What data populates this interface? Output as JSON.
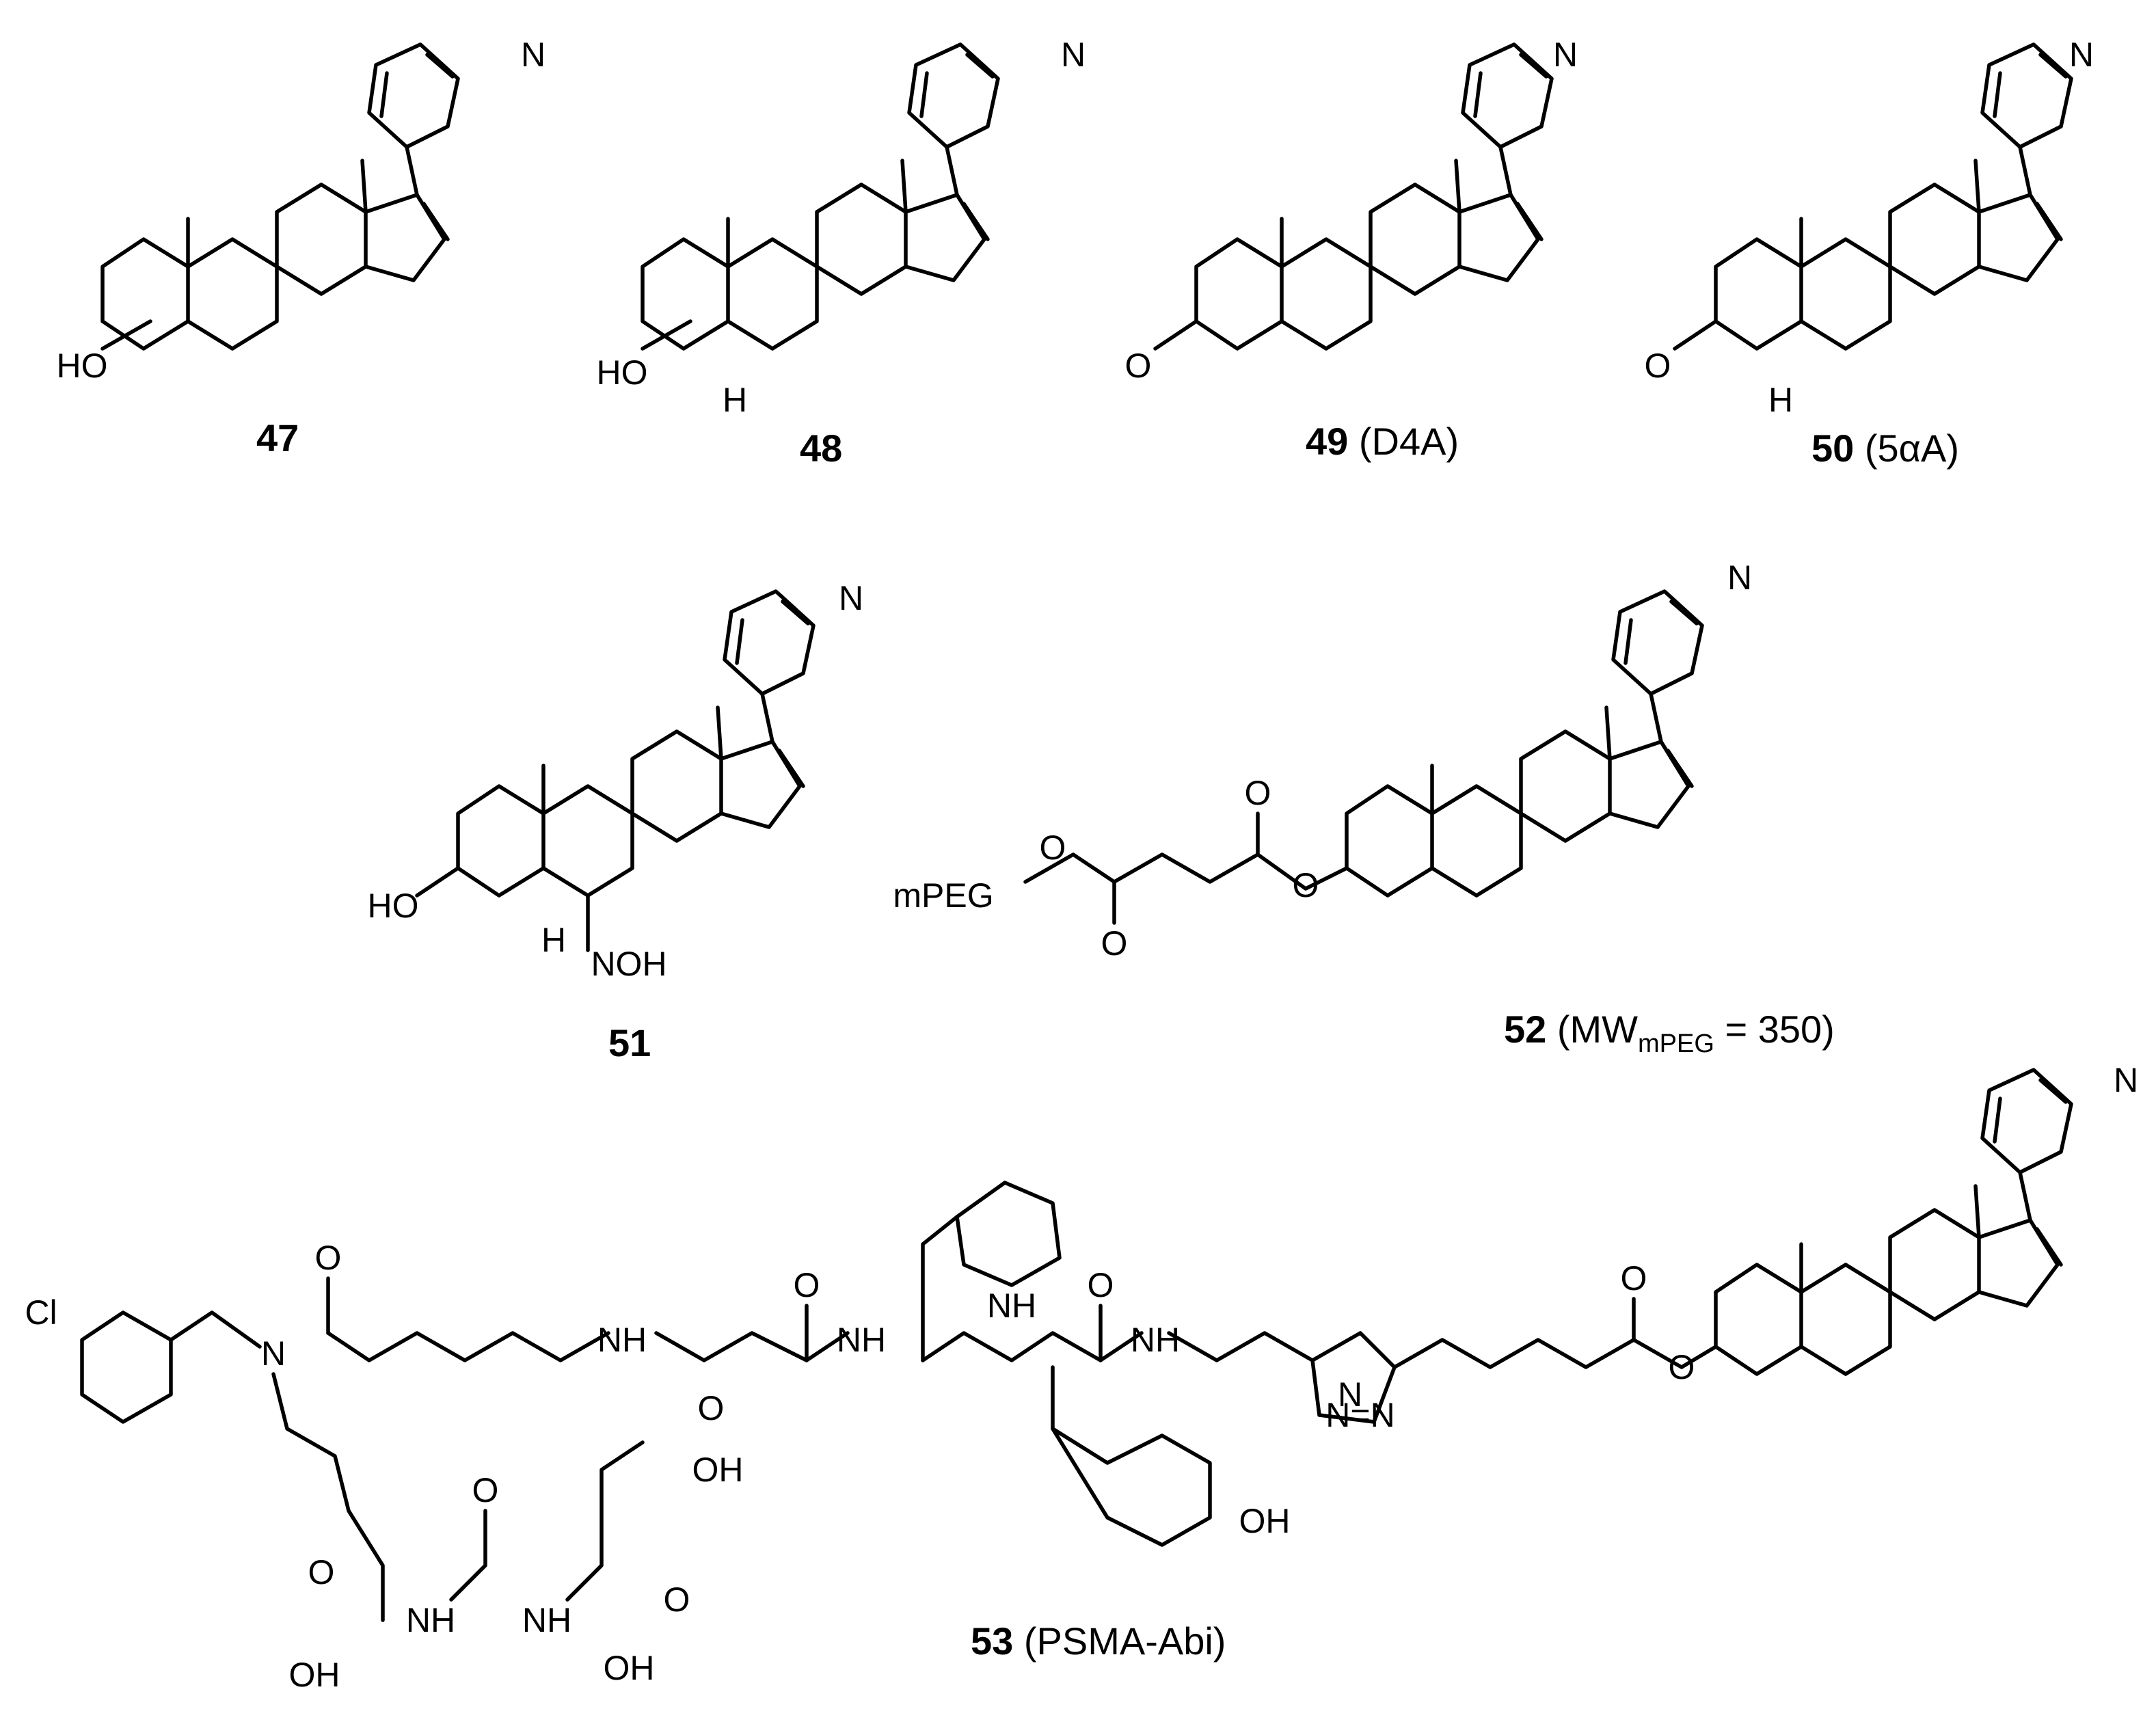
{
  "compounds": [
    {
      "id": "c47",
      "number": "47",
      "name": ""
    },
    {
      "id": "c48",
      "number": "48",
      "name": ""
    },
    {
      "id": "c49",
      "number": "49",
      "name": "(D4A)"
    },
    {
      "id": "c50",
      "number": "50",
      "name": "(5αA)"
    },
    {
      "id": "c51",
      "number": "51",
      "name": ""
    },
    {
      "id": "c52",
      "number": "52",
      "name_pre": "(MW",
      "name_sub": "mPEG",
      "name_post": " = 350)"
    },
    {
      "id": "c53",
      "number": "53",
      "name": "(PSMA-Abi)"
    }
  ],
  "atoms": {
    "N": "N",
    "HO": "HO",
    "H": "H",
    "O": "O",
    "NOH": "NOH",
    "mPEG": "mPEG",
    "Cl": "Cl",
    "NH": "NH",
    "H_lower": "H",
    "OH": "OH",
    "N1": "N",
    "triazole_N2N3": "N=N"
  }
}
